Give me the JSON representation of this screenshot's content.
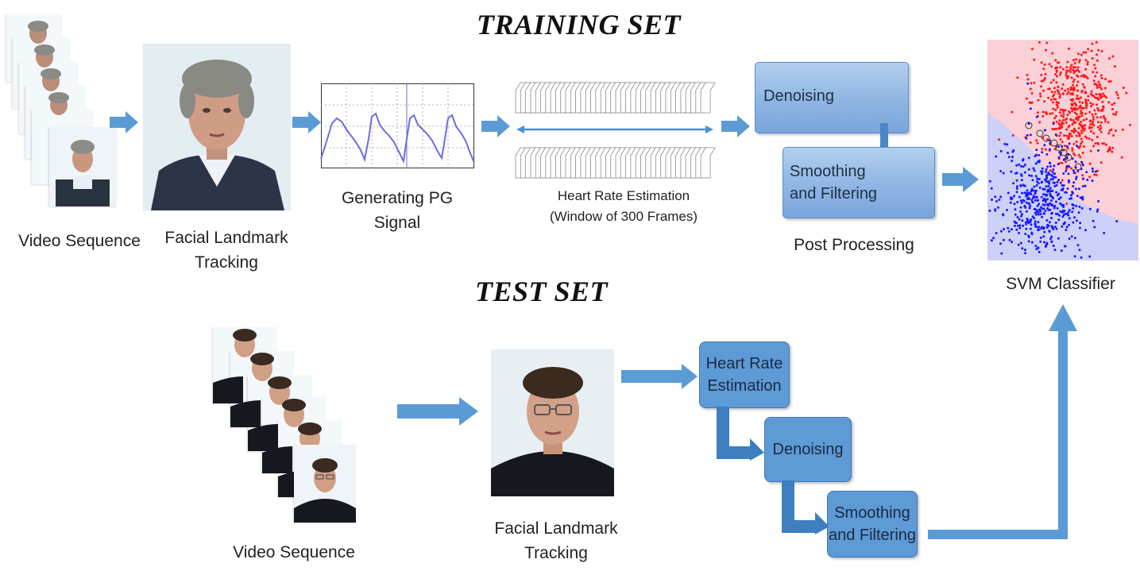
{
  "training": {
    "title": "TRAINING SET",
    "video_sequence": "Video Sequence",
    "landmark_1": "Facial Landmark",
    "landmark_2": "Tracking",
    "pg_signal": "Generating PG Signal",
    "heart_rate": "Heart Rate Estimation",
    "window": "(Window of 300 Frames)",
    "denoising": "Denoising",
    "smoothing_1": "Smoothing",
    "smoothing_2": "and Filtering",
    "post_processing": "Post Processing",
    "classifier": "SVM Classifier"
  },
  "test": {
    "title": "TEST SET",
    "video_sequence": "Video Sequence",
    "landmark_1": "Facial Landmark",
    "landmark_2": "Tracking",
    "heart_rate_1": "Heart Rate",
    "heart_rate_2": "Estimation",
    "denoising": "Denoising",
    "smoothing_1": "Smoothing",
    "smoothing_2": "and Filtering"
  },
  "colors": {
    "arrow": "#5b9bd5",
    "red_class": "#ff1a1a",
    "blue_class": "#1a1aff",
    "red_region": "#fbd0d6",
    "blue_region": "#cdd0f7"
  }
}
